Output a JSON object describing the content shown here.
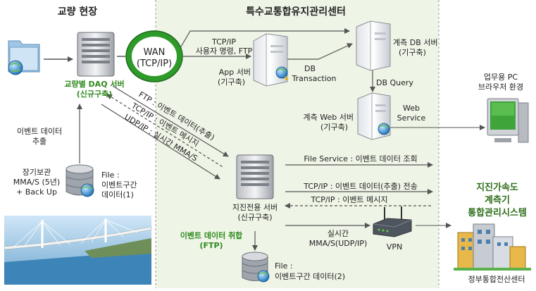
{
  "sections": {
    "site": "교량 현장",
    "center": "특수교통합유지관리센터"
  },
  "nodes": {
    "daq_server": {
      "line1": "교량별 DAQ 서버",
      "line2": "(신규구축)"
    },
    "wan": {
      "line1": "WAN",
      "line2": "(TCP/IP)"
    },
    "app_server": {
      "line1": "App 서버",
      "line2": "(기구축)"
    },
    "db_server": {
      "line1": "계측 DB 서버",
      "line2": "(기구축)"
    },
    "web_server": {
      "line1": "계측 Web 서버",
      "line2": "(기구축)"
    },
    "office_pc": {
      "line1": "업무용 PC",
      "line2": "브라우저 환경"
    },
    "seismic_server": {
      "line1": "지진전용 서버",
      "line2": "(신규구축)"
    },
    "vpn": {
      "label": "VPN"
    },
    "monitor_system": {
      "line1": "지진가속도",
      "line2": "계측기",
      "line3": "통합관리시스템"
    },
    "gov_center": {
      "label": "정부통합전산센터"
    },
    "storage": {
      "line1": "장기보관",
      "line2": "MMA/S (5년)",
      "line3": "+ Back Up"
    },
    "file1": {
      "line1": "File :",
      "line2": "이벤트구간",
      "line3": "데이터(1)"
    },
    "file2": {
      "line1": "File :",
      "line2": "이벤트구간 데이터(2)"
    }
  },
  "links": {
    "tcp_cmd": {
      "line1": "TCP/IP",
      "line2": "사용자 명령, FTP"
    },
    "db_transaction": {
      "line1": "DB",
      "line2": "Transaction"
    },
    "db_query": "DB Query",
    "web_service": {
      "line1": "Web",
      "line2": "Service"
    },
    "event_extract": {
      "line1": "이벤트 데이터",
      "line2": "추출"
    },
    "ftp_event": "FTP : 이벤트 데이터(추출)",
    "tcp_msg_diag": "TCP/IP : 이벤트 메시지",
    "udp_mma": "UDP/IP : 실시간 MMA/S",
    "file_service": "File Service : 이벤트 데이터 조회",
    "tcp_transfer": "TCP/IP : 이벤트 데이터(추출) 전송",
    "tcp_msg": "TCP/IP : 이벤트 메시지",
    "realtime_mma": {
      "line1": "실시간",
      "line2": "MMA/S(UDP/IP)"
    },
    "event_capture": {
      "line1": "이벤트 데이터 취합",
      "line2": "(FTP)"
    }
  },
  "colors": {
    "wan_green": "#2e9a2a",
    "green_text": "#2f8a1e",
    "label_green": "#2f6f1a",
    "center_bg": "#eef4e6"
  }
}
